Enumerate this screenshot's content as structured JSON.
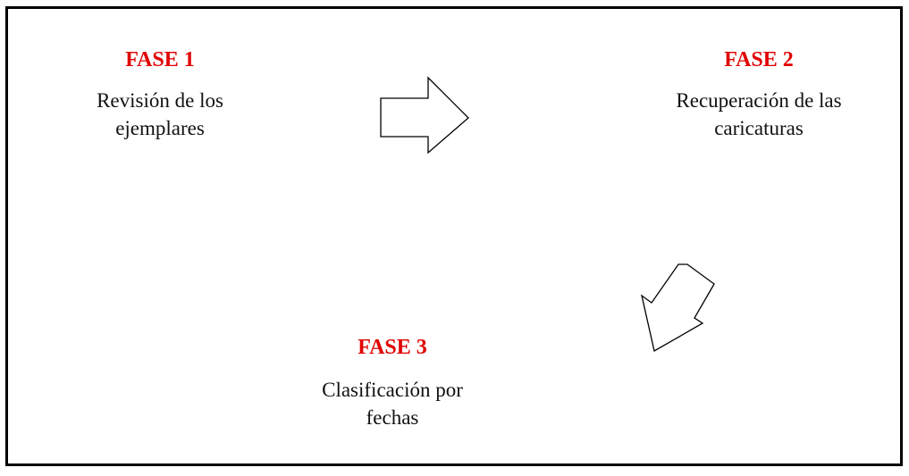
{
  "diagram": {
    "phases": [
      {
        "title": "FASE 1",
        "description": [
          "Revisión de los",
          "ejemplares"
        ]
      },
      {
        "title": "FASE 2",
        "description": [
          "Recuperación de las",
          "caricaturas"
        ]
      },
      {
        "title": "FASE 3",
        "description": [
          "Clasificación por",
          "fechas"
        ]
      }
    ],
    "colors": {
      "title": "#e00000",
      "text": "#111111",
      "border": "#000000"
    },
    "arrows": [
      {
        "from": "FASE 1",
        "to": "FASE 2",
        "icon": "right-arrow-icon"
      },
      {
        "from": "FASE 2",
        "to": "FASE 3",
        "icon": "down-left-arrow-icon"
      }
    ]
  }
}
